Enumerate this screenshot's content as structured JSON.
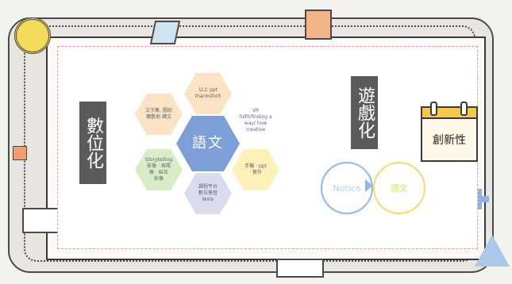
{
  "slide": {
    "left_title": "數位化",
    "right_title": "遊戲化",
    "center_hexagon": "語文",
    "hexagons": [
      {
        "label": "以上 ppt\nthanksforit"
      },
      {
        "label": "文字集, 圖說\n擴散地 讀文"
      },
      {
        "label": "Storytelling\n影像 · 現場\n聯 · 結合\n影像"
      },
      {
        "label": "課程平台\n數位學習\nNote"
      },
      {
        "label": "手機 · ppt\n· 實作"
      }
    ],
    "note": "VR\nfulfil/finding a\nway/ how\ncreative",
    "circles": [
      {
        "label": "Notice"
      },
      {
        "label": "語文"
      }
    ]
  },
  "calendar": {
    "label": "創新性"
  },
  "colors": {
    "hex_center": "#7b9fd6",
    "hex_orange": "#fbe3c4",
    "hex_green": "#d9ecc8",
    "hex_purple": "#d9dcef",
    "hex_yellow": "#fdf0b8",
    "circle_blue": "#8fb8e8",
    "circle_yellow": "#f2dc6a"
  }
}
